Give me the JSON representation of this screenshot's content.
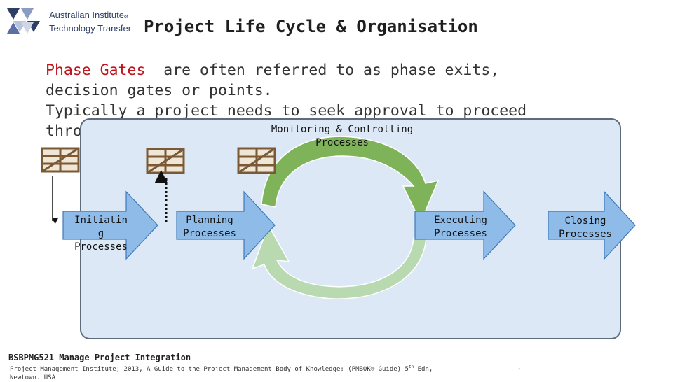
{
  "logo": {
    "line1": "Australian Institute",
    "line1_suffix": "of",
    "line2": "Technology Transfer"
  },
  "title": "Project Life Cycle & Organisation",
  "body": {
    "highlight": "Phase Gates",
    "line1_rest": "  are often referred to as phase exits,",
    "line2": "decision gates or points.",
    "line3": "Typically a project needs to seek approval to proceed",
    "line4_visible": "thro"
  },
  "diagram": {
    "monitoring_line1": "Monitoring & Controlling",
    "monitoring_line2": "Processes",
    "initiating_line1": "Initiatin",
    "initiating_line2": "g",
    "initiating_line3": "Processes",
    "planning_line1": "Planning",
    "planning_line2": "Processes",
    "executing_line1": "Executing",
    "executing_line2": "Processes",
    "closing_line1": "Closing",
    "closing_line2": "Processes",
    "colors": {
      "panel_fill": "#dce8f5",
      "arrow_fill": "#8fbbe8",
      "arrow_stroke": "#3f79b8",
      "cycle_green": "#7fb35a",
      "cycle_light": "#b9dab0",
      "highlight_text": "#c0141b"
    }
  },
  "footer": {
    "course": "BSBPMG521 Manage Project Integration",
    "ref_part1": "Project Management Institute; 2013, A Guide to the Project Management Body of Knowledge: (PMBOK® Guide) 5",
    "ref_sup": "th",
    "ref_part2": " Edn,",
    "ref_line2": "Newtown. USA",
    "page_mark": ","
  }
}
